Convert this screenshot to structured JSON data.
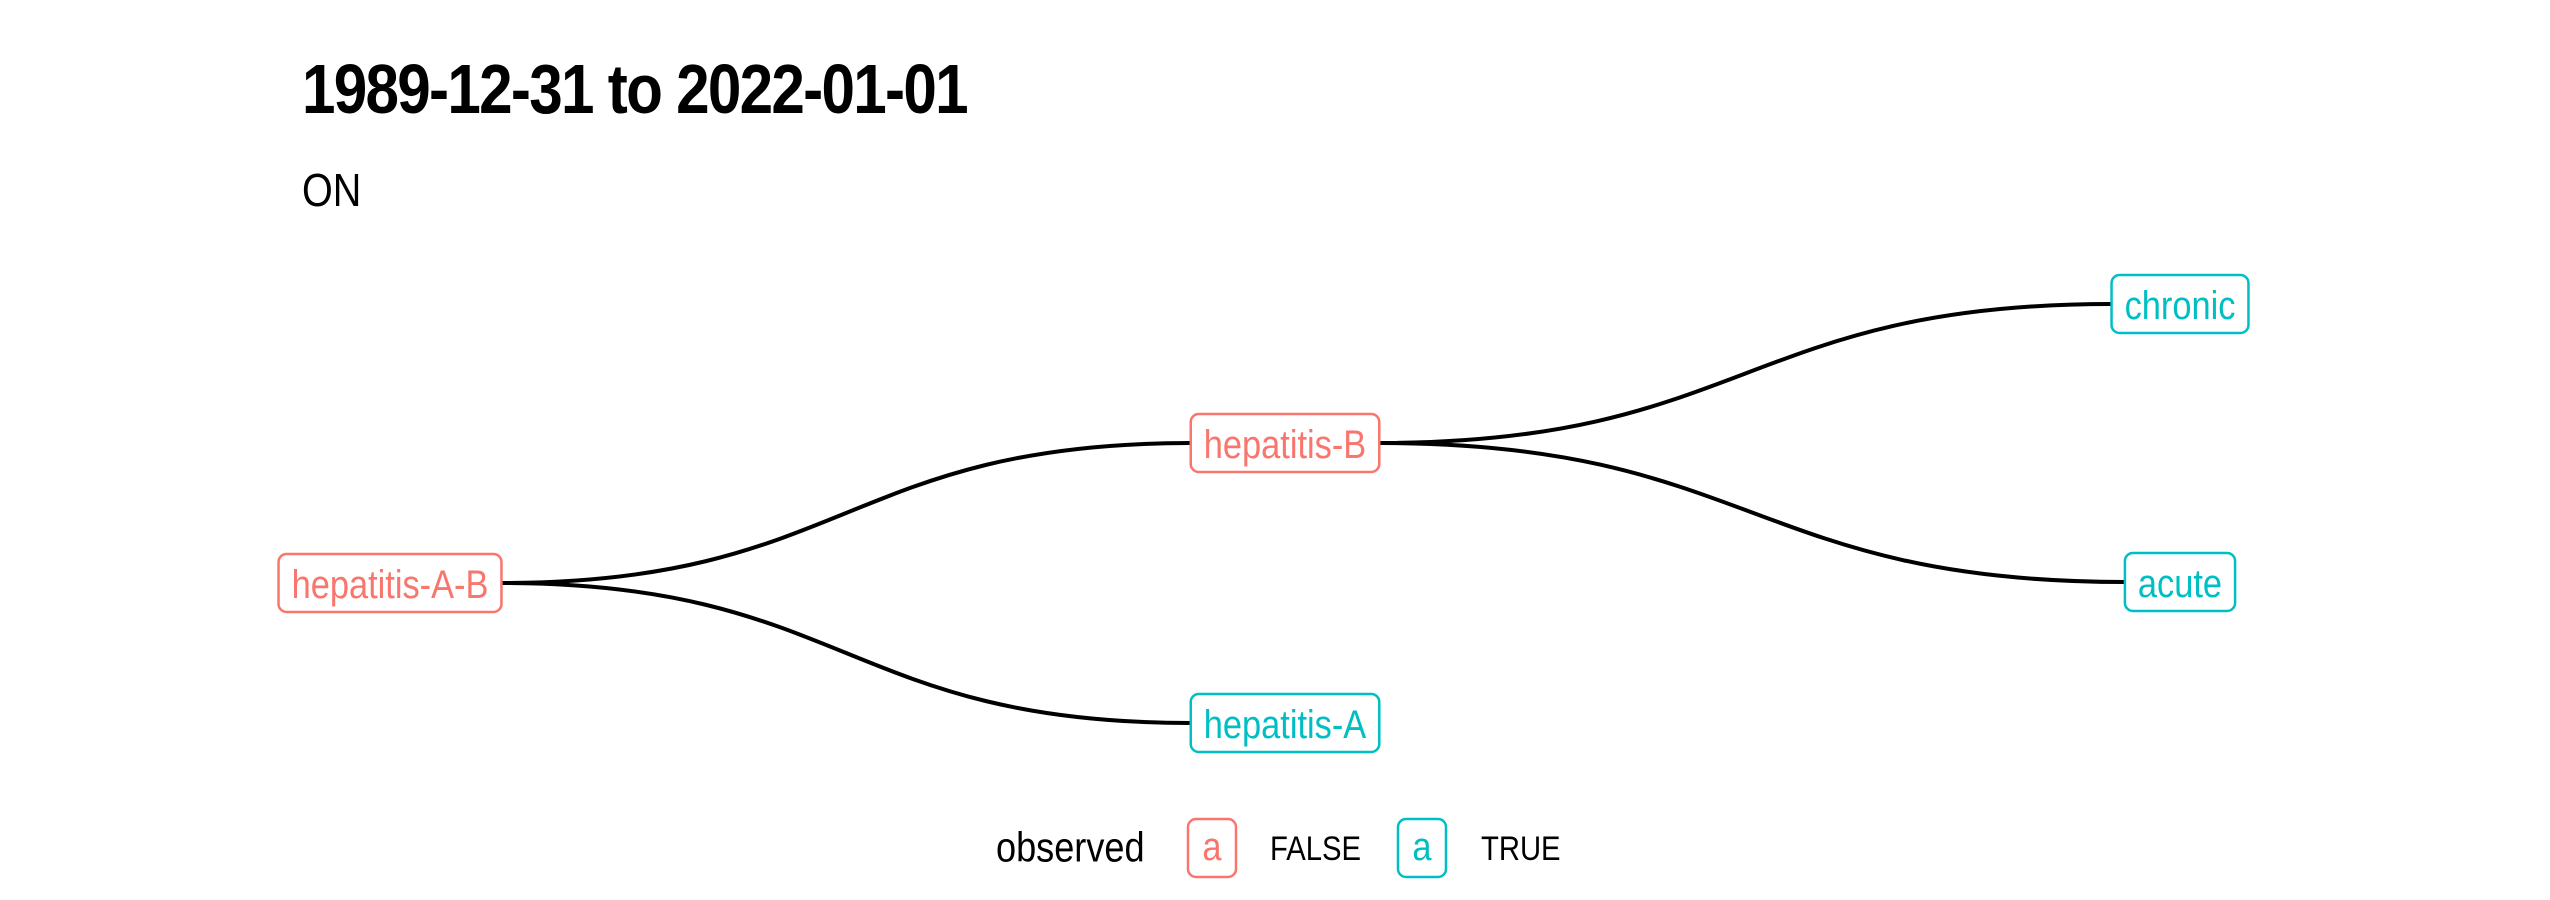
{
  "header": {
    "title": "1989-12-31 to 2022-01-01",
    "subtitle": "ON"
  },
  "colors": {
    "observed_false": "#F8766D",
    "observed_true": "#00BFC4",
    "edge": "#000000"
  },
  "tree": {
    "nodes": [
      {
        "id": "hepatitis-A-B",
        "label": "hepatitis-A-B",
        "observed": false,
        "depth": 0
      },
      {
        "id": "hepatitis-B",
        "label": "hepatitis-B",
        "observed": false,
        "depth": 1
      },
      {
        "id": "hepatitis-A",
        "label": "hepatitis-A",
        "observed": true,
        "depth": 1
      },
      {
        "id": "chronic",
        "label": "chronic",
        "observed": true,
        "depth": 2
      },
      {
        "id": "acute",
        "label": "acute",
        "observed": true,
        "depth": 2
      }
    ],
    "edges": [
      {
        "from": "hepatitis-A-B",
        "to": "hepatitis-B"
      },
      {
        "from": "hepatitis-A-B",
        "to": "hepatitis-A"
      },
      {
        "from": "hepatitis-B",
        "to": "chronic"
      },
      {
        "from": "hepatitis-B",
        "to": "acute"
      }
    ]
  },
  "legend": {
    "title": "observed",
    "key_glyph": "a",
    "items": [
      {
        "label": "FALSE",
        "observed": false
      },
      {
        "label": "TRUE",
        "observed": true
      }
    ]
  }
}
